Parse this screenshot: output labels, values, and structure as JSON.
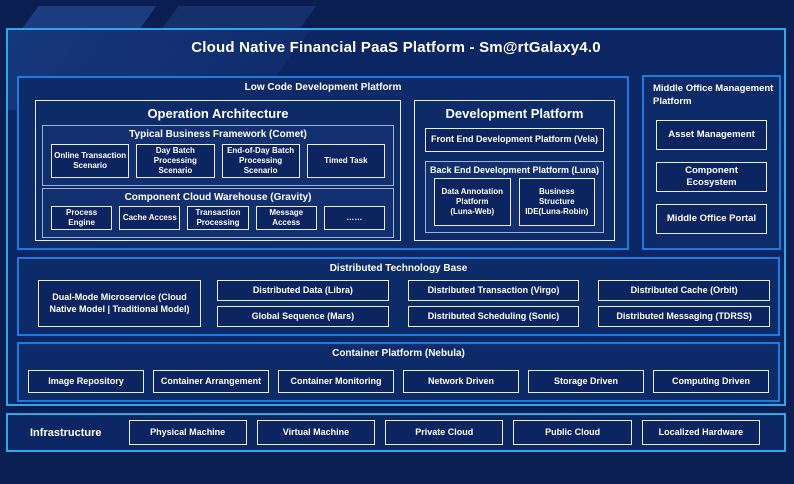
{
  "title": "Cloud Native Financial PaaS Platform - Sm@rtGalaxy4.0",
  "low_code": {
    "label": "Low Code Development Platform",
    "operation_architecture": {
      "title": "Operation Architecture",
      "comet": {
        "title": "Typical Business Framework (Comet)",
        "items": [
          "Online Transaction Scenario",
          "Day Batch Processing Scenario",
          "End-of-Day Batch Processing Scenario",
          "Timed Task"
        ]
      },
      "gravity": {
        "title": "Component Cloud Warehouse (Gravity)",
        "items": [
          "Process Engine",
          "Cache Access",
          "Transaction Processing",
          "Message Access",
          "……"
        ]
      }
    },
    "development_platform": {
      "title": "Development Platform",
      "front_end": "Front End Development Platform (Vela)",
      "back_end": {
        "title": "Back End Development Platform (Luna)",
        "items": [
          {
            "label": "Data Annotation Platform",
            "sub": "(Luna-Web)"
          },
          {
            "label": "Business Structure",
            "sub": "IDE(Luna-Robin)"
          }
        ]
      }
    }
  },
  "middle_office": {
    "label": "Middle Office Management Platform",
    "items": [
      "Asset Management",
      "Component Ecosystem",
      "Middle Office Portal"
    ]
  },
  "distributed_base": {
    "label": "Distributed Technology Base",
    "dual_mode": "Dual-Mode Microservice (Cloud Native Model | Traditional Model)",
    "items": [
      "Distributed Data (Libra)",
      "Distributed Transaction (Virgo)",
      "Distributed Cache (Orbit)",
      "Global Sequence (Mars)",
      "Distributed Scheduling (Sonic)",
      "Distributed Messaging (TDRSS)"
    ]
  },
  "container_platform": {
    "label": "Container Platform (Nebula)",
    "items": [
      "Image Repository",
      "Container Arrangement",
      "Container Monitoring",
      "Network Driven",
      "Storage Driven",
      "Computing Driven"
    ]
  },
  "infrastructure": {
    "label": "Infrastructure",
    "items": [
      "Physical Machine",
      "Virtual Machine",
      "Private Cloud",
      "Public Cloud",
      "Localized Hardware"
    ]
  },
  "colors": {
    "background": "#0A1E52",
    "panel_fill": "#0C2663",
    "section_fill": "#0D2A69",
    "leaf_fill": "#0C2460",
    "outer_border": "#2FA7E8",
    "section_border": "#1B7CE0",
    "white_border": "#E7EEF9",
    "gray_border": "#9FB3CC",
    "text": "#FFFFFF"
  }
}
